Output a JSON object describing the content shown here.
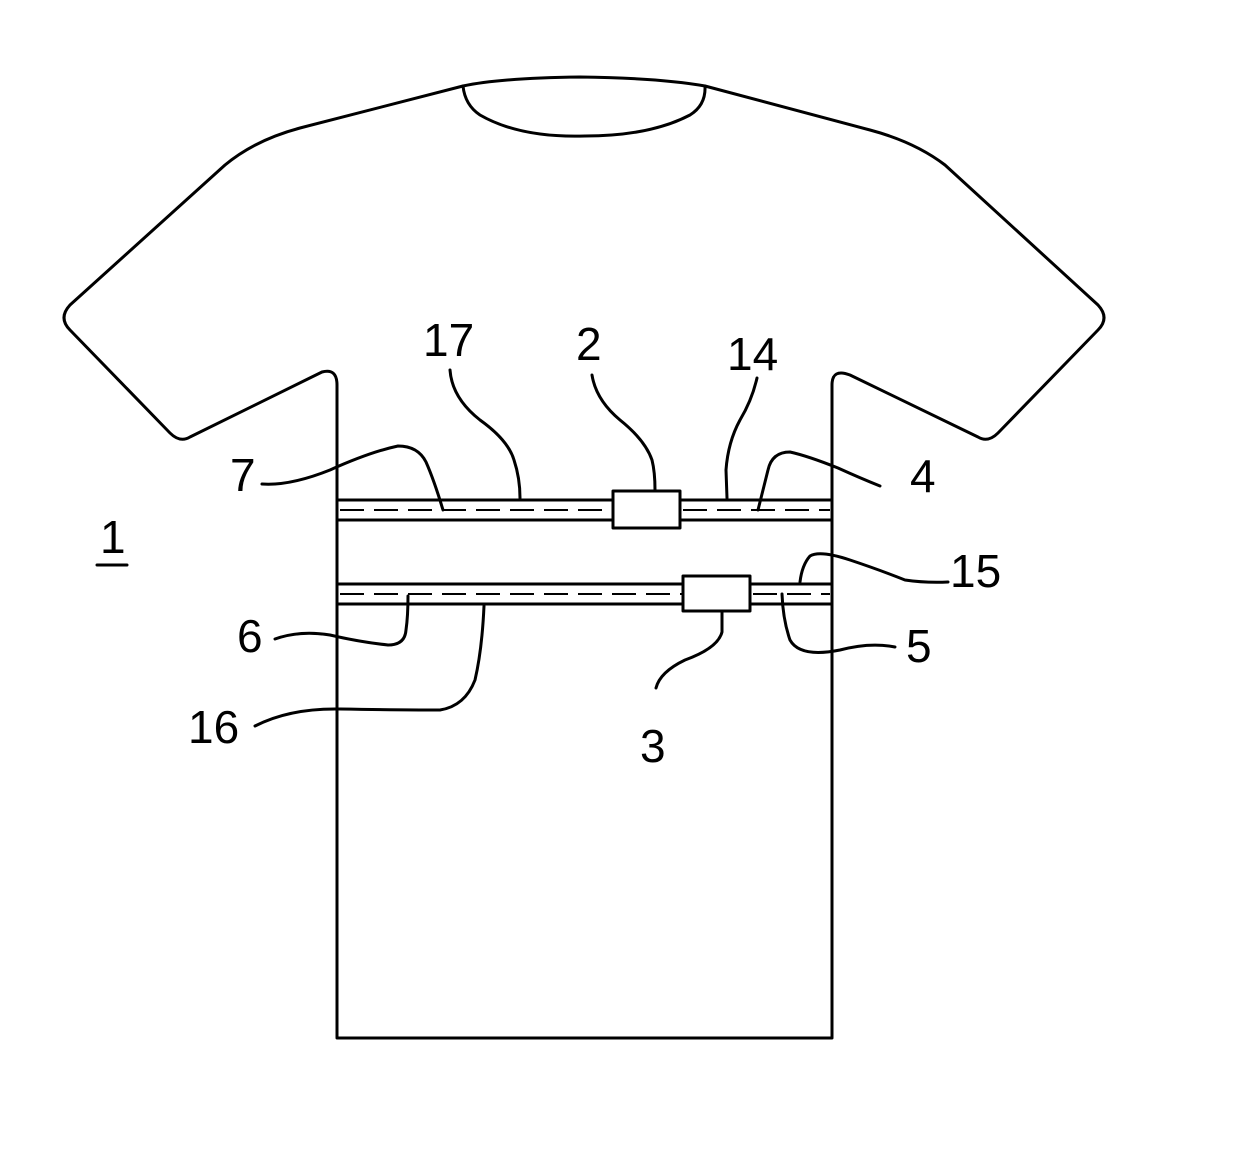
{
  "figure": {
    "garment_label": "1",
    "labels": {
      "l2": "2",
      "l3": "3",
      "l4": "4",
      "l5": "5",
      "l6": "6",
      "l7": "7",
      "l14": "14",
      "l15": "15",
      "l16": "16",
      "l17": "17"
    },
    "stroke_color": "#000000",
    "background": "#ffffff"
  }
}
